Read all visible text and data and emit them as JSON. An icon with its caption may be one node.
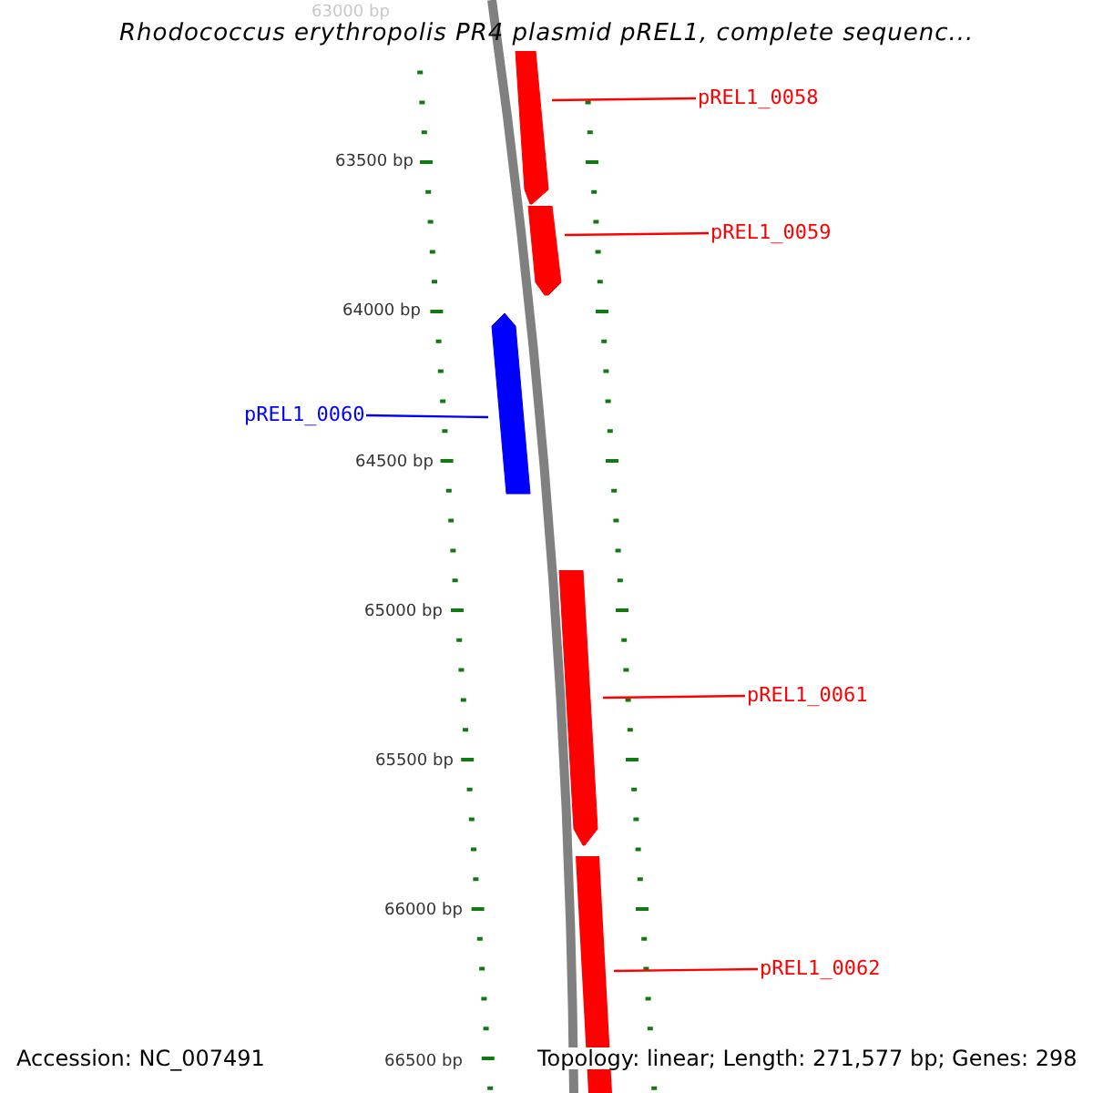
{
  "diagram": {
    "title": "Rhodococcus erythropolis PR4 plasmid pREL1, complete sequenc...",
    "nodes": [
      {
        "text": [
          "pREL1_0058"
        ]
      },
      {
        "text": [],
        "shape": "arrow"
      },
      {
        "text": [
          "pREL1_0059"
        ]
      },
      {
        "text": [],
        "shape": "arrow"
      },
      {
        "text": [
          "pREL1_0060"
        ]
      },
      {
        "text": [],
        "shape": "arrow"
      },
      {
        "text": [
          "pREL1_0061"
        ]
      },
      {
        "text": [],
        "shape": "arrow"
      },
      {
        "text": [
          "pREL1_0062"
        ]
      },
      {
        "text": [],
        "shape": "bar"
      }
    ],
    "edges": [
      {
        "from": 0,
        "to": 1,
        "arrow": "none"
      },
      {
        "from": 2,
        "to": 3,
        "arrow": "none"
      },
      {
        "from": 4,
        "to": 5,
        "arrow": "none",
        "color": "#0000ff"
      },
      {
        "from": 6,
        "to": 7,
        "arrow": "none"
      },
      {
        "from": 8,
        "to": 9,
        "arrow": "none"
      }
    ],
    "labels": [
      "63000 bp",
      "63500 bp",
      "64000 bp",
      "64500 bp",
      "65000 bp",
      "65500 bp",
      "66000 bp",
      "66500 bp",
      "Accession: NC_007491",
      "Topology: linear; Length: 271,577 bp; Genes: 298"
    ]
  }
}
